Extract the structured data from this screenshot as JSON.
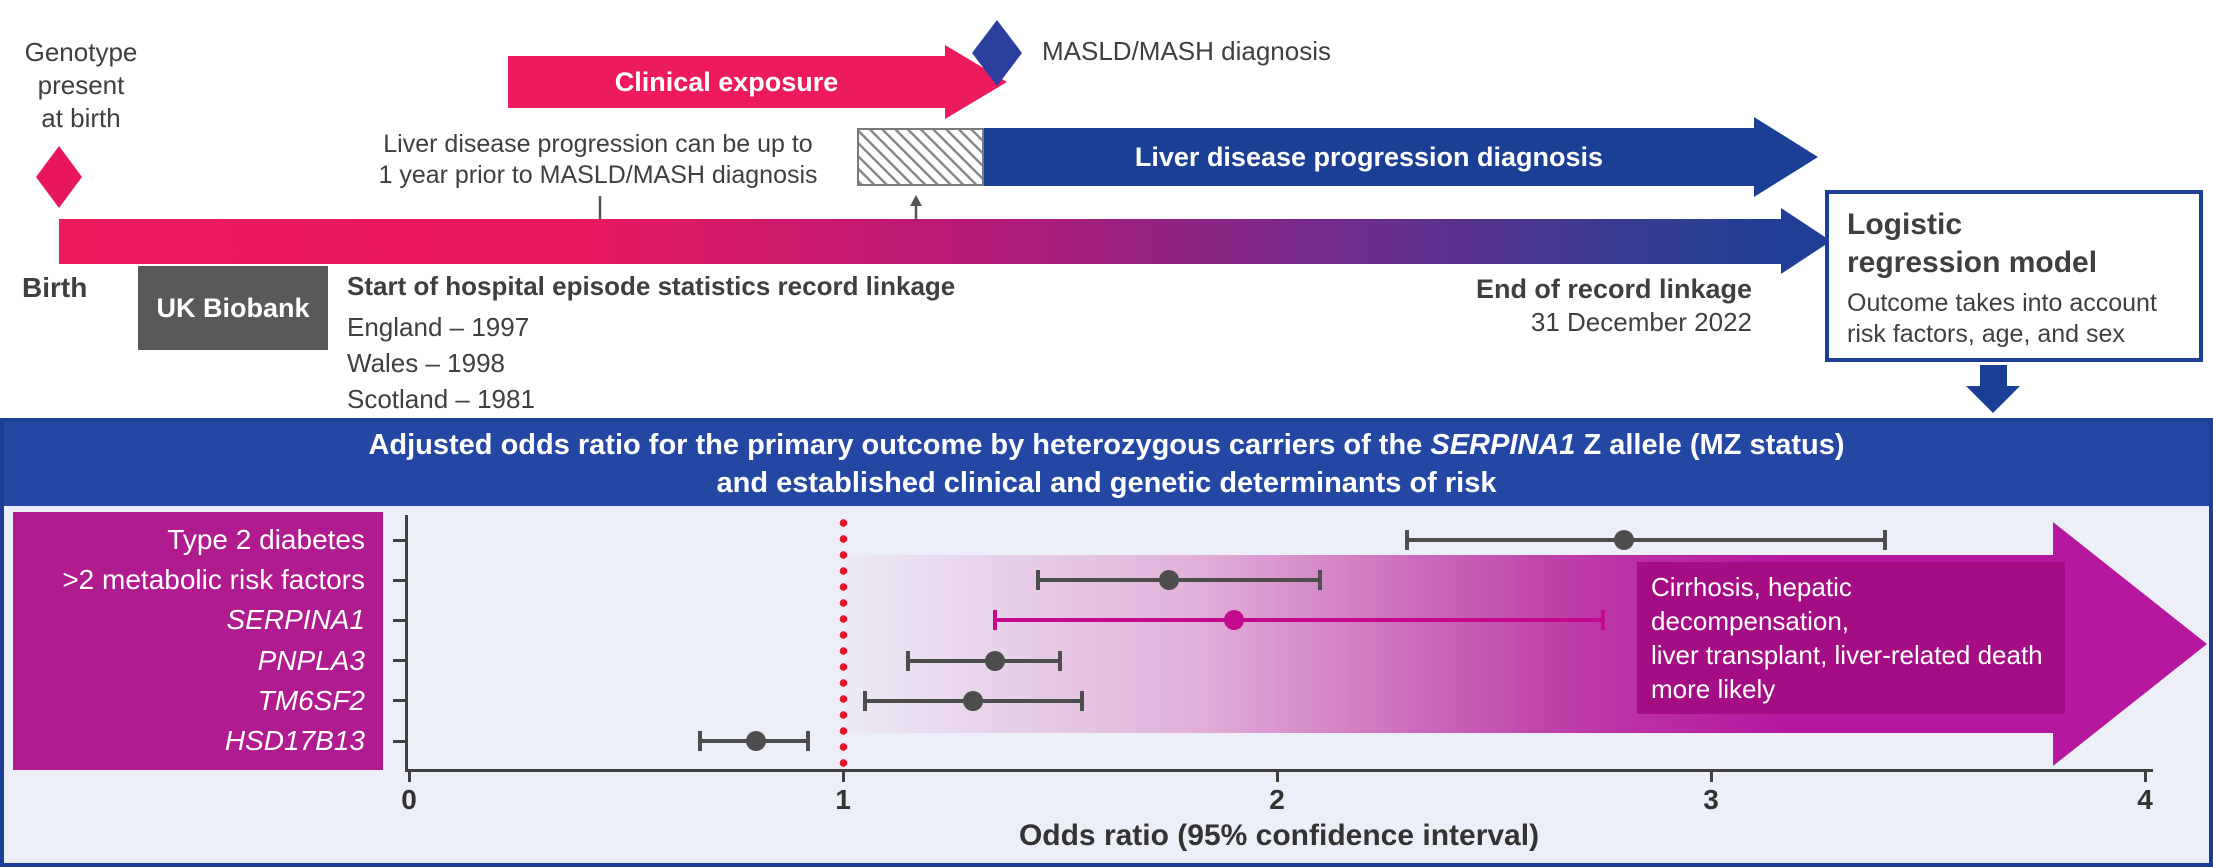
{
  "colors": {
    "pink": "#EE1B5C",
    "deep_blue": "#1B3F94",
    "header_blue": "#2447A3",
    "magenta": "#B5179E",
    "magenta_box": "#B01C90",
    "magenta_note": "#A50D84",
    "gray_box": "#595959",
    "reference_red": "#E8112D",
    "marker_gray": "#4D4D4D",
    "panel_bg": "#ECEFF8"
  },
  "timeline": {
    "genotype_label": "Genotype\npresent\nat birth",
    "clinical_exposure_label": "Clinical exposure",
    "masld_label": "MASLD/MASH diagnosis",
    "progression_note": "Liver disease progression can be up to\n1 year prior to MASLD/MASH diagnosis",
    "progression_arrow_label": "Liver disease progression diagnosis",
    "birth_label": "Birth",
    "uk_biobank_label": "UK Biobank",
    "linkage_title": "Start of hospital episode statistics record linkage",
    "linkage_lines": "England – 1997\nWales – 1998\nScotland – 1981",
    "end_linkage_title": "End of record linkage",
    "end_linkage_date": "31 December 2022",
    "model_title": "Logistic\nregression model",
    "model_note": "Outcome takes into account\nrisk factors, age, and sex"
  },
  "chart_data": {
    "type": "scatter",
    "subtype": "forest-plot",
    "title_pre": "Adjusted odds ratio for the primary outcome by heterozygous carriers of the ",
    "title_gene": "SERPINA1",
    "title_post": " Z allele (MZ status)",
    "title_line2": "and established clinical and genetic determinants of risk",
    "xlabel": "Odds ratio (95% confidence interval)",
    "xlim": [
      0,
      4
    ],
    "x_ticks": [
      0,
      1,
      2,
      3,
      4
    ],
    "reference_line": 1,
    "annotation": "Cirrhosis, hepatic decompensation,\nliver transplant, liver-related death\nmore likely",
    "rows": [
      {
        "label": "Type 2 diabetes",
        "italic": false,
        "or": 2.8,
        "ci_low": 2.3,
        "ci_high": 3.4,
        "color": "#4D4D4D"
      },
      {
        "label": ">2 metabolic risk factors",
        "italic": false,
        "or": 1.75,
        "ci_low": 1.45,
        "ci_high": 2.1,
        "color": "#4D4D4D"
      },
      {
        "label": "SERPINA1",
        "italic": true,
        "or": 1.9,
        "ci_low": 1.35,
        "ci_high": 2.75,
        "color": "#C4098E"
      },
      {
        "label": "PNPLA3",
        "italic": true,
        "or": 1.35,
        "ci_low": 1.15,
        "ci_high": 1.5,
        "color": "#4D4D4D"
      },
      {
        "label": "TM6SF2",
        "italic": true,
        "or": 1.3,
        "ci_low": 1.05,
        "ci_high": 1.55,
        "color": "#4D4D4D"
      },
      {
        "label": "HSD17B13",
        "italic": true,
        "or": 0.8,
        "ci_low": 0.67,
        "ci_high": 0.92,
        "color": "#4D4D4D"
      }
    ]
  }
}
